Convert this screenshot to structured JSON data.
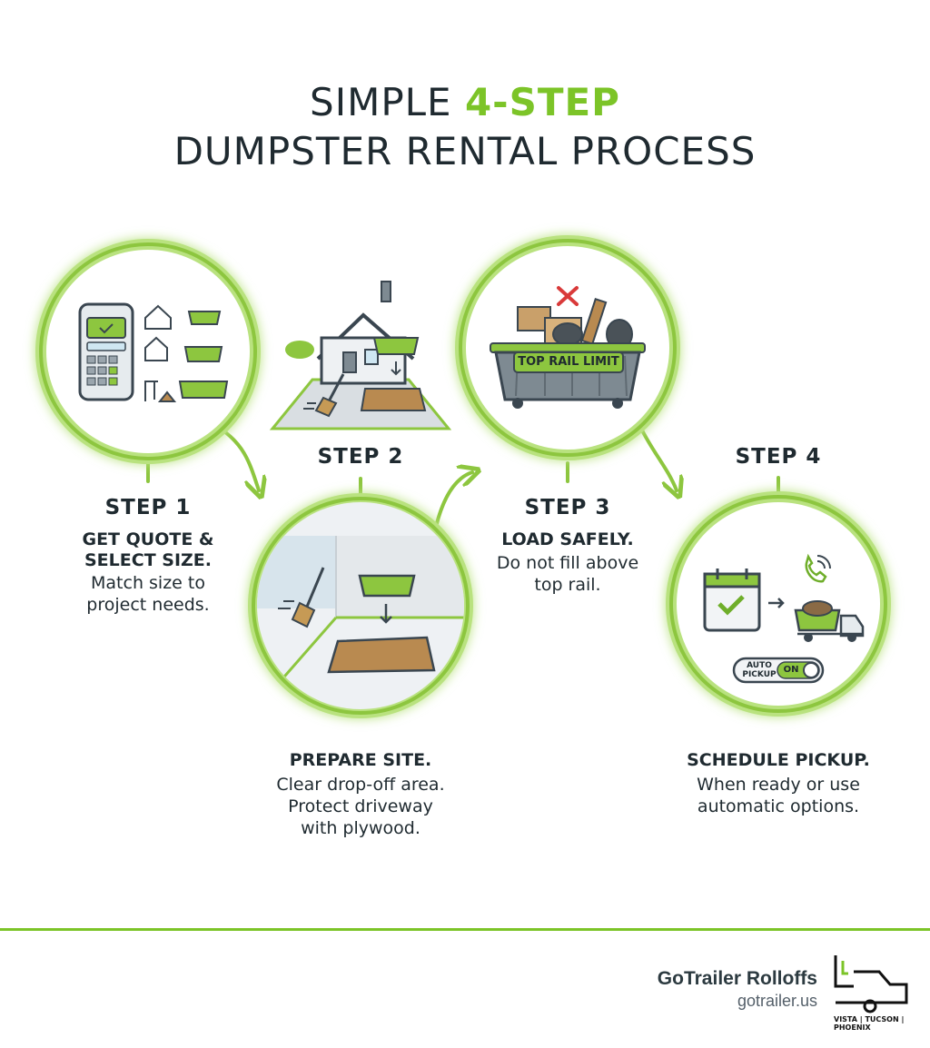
{
  "title": {
    "line1_prefix": "SIMPLE ",
    "line1_accent": "4-STEP",
    "line2": "DUMPSTER RENTAL PROCESS"
  },
  "colors": {
    "accent": "#7cc428",
    "text": "#1f2a30",
    "dumpster": "#8dc63f",
    "gray": "#6b7680"
  },
  "steps": [
    {
      "label": "STEP 1",
      "subtitle_line1": "GET QUOTE &",
      "subtitle_line2": "SELECT SIZE.",
      "text_line1": "Match size to",
      "text_line2": "project needs.",
      "icons": [
        "calculator-phone-icon",
        "house-icon",
        "dumpster-icon",
        "construction-icon"
      ]
    },
    {
      "label": "STEP 2",
      "subtitle_line1": "PREPARE SITE.",
      "text_line1": "Clear drop-off area.",
      "text_line2": "Protect driveway",
      "text_line3": "with plywood.",
      "icons": [
        "house-icon",
        "broom-icon",
        "plywood-icon",
        "dumpster-icon"
      ]
    },
    {
      "label": "STEP 3",
      "subtitle_line1": "LOAD SAFELY.",
      "text_line1": "Do not fill above",
      "text_line2": "top rail.",
      "dumpster_label": "TOP RAIL LIMIT",
      "icons": [
        "dumpster-icon",
        "x-mark-icon",
        "debris-icon"
      ]
    },
    {
      "label": "STEP 4",
      "subtitle_line1": "SCHEDULE PICKUP.",
      "text_line1": "When ready or use",
      "text_line2": "automatic options.",
      "toggle_label_line1": "AUTO",
      "toggle_label_line2": "PICKUP",
      "toggle_state": "ON",
      "icons": [
        "calendar-check-icon",
        "phone-icon",
        "truck-icon"
      ]
    }
  ],
  "footer": {
    "brand": "GoTrailer Rolloffs",
    "url": "gotrailer.us",
    "logo_cities": "VISTA | TUCSON | PHOENIX"
  }
}
